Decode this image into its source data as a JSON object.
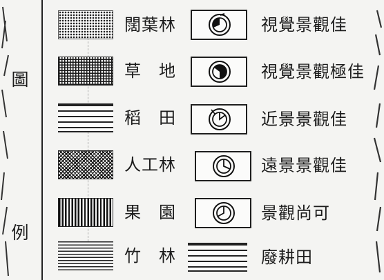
{
  "title": {
    "char1": "圖",
    "char2": "例"
  },
  "legend": {
    "land_use": [
      {
        "pattern": "dots",
        "label": "闊葉林"
      },
      {
        "pattern": "grid",
        "label": "草　地"
      },
      {
        "pattern": "hlines",
        "label": "稻　田"
      },
      {
        "pattern": "cross",
        "label": "人工林"
      },
      {
        "pattern": "vlines",
        "label": "果　園"
      },
      {
        "pattern": "hfine",
        "label": "竹　林"
      }
    ],
    "view_quality": [
      {
        "symbol": "circle-best",
        "label": "視覺景觀佳"
      },
      {
        "symbol": "circle-excellent",
        "label": "視覺景觀極佳"
      },
      {
        "symbol": "circle-near",
        "label": "近景景觀佳"
      },
      {
        "symbol": "circle-far",
        "label": "遠景景觀佳"
      },
      {
        "symbol": "circle-fair",
        "label": "景觀尚可"
      },
      {
        "symbol": "fallow-lines",
        "label": "廢耕田"
      }
    ]
  }
}
